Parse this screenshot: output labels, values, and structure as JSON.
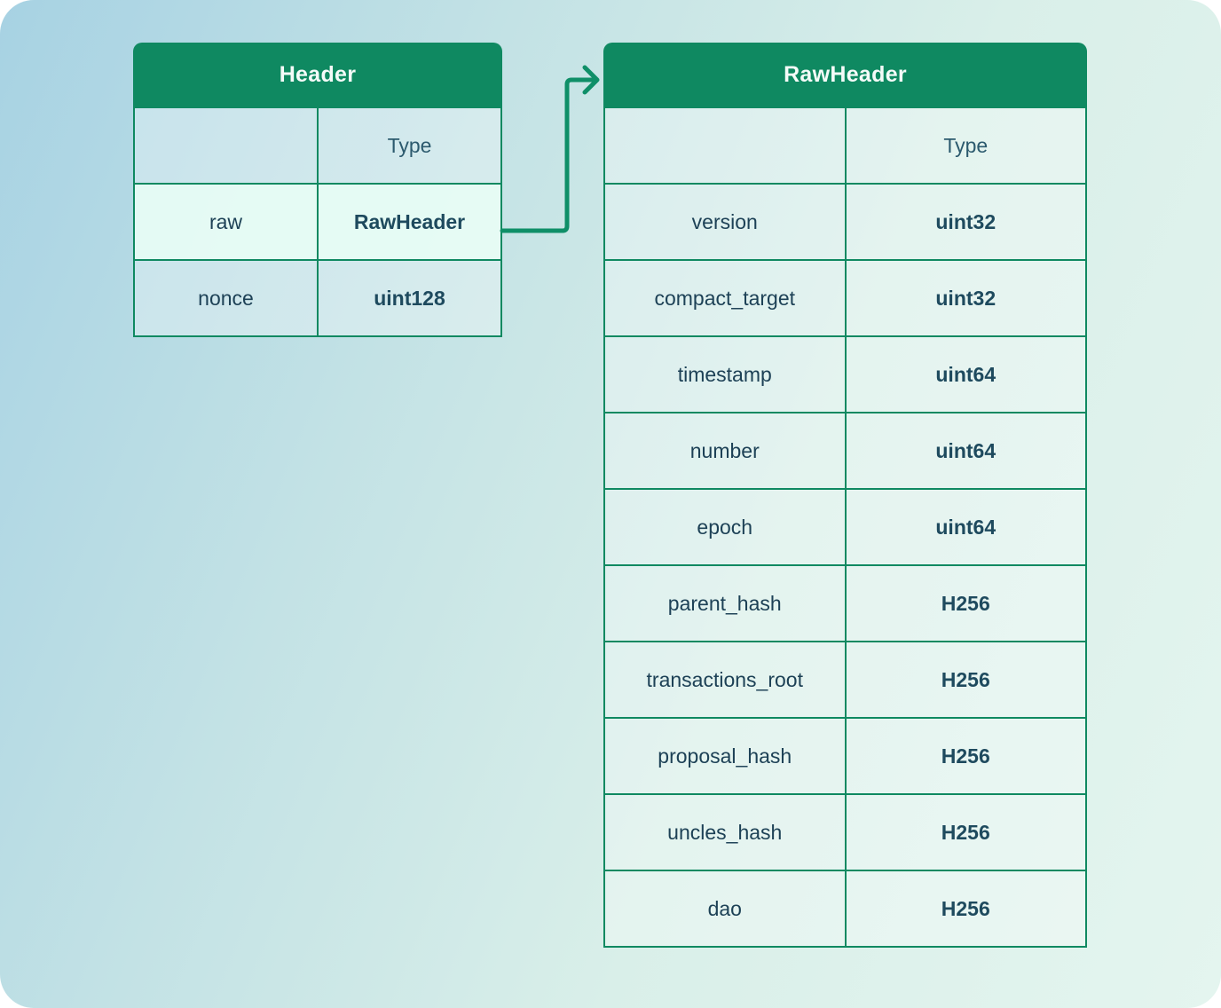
{
  "colors": {
    "accent_green": "#0f8961",
    "arrow_green": "#0f8f68",
    "text_dark": "#1d4156",
    "highlight_row_bg": "#e8fdf5",
    "gradient_start": "#a7d2e3",
    "gradient_end": "#e4f5ef"
  },
  "header_table": {
    "title": "Header",
    "type_column_label": "Type",
    "rows": [
      {
        "field": "raw",
        "type": "RawHeader",
        "highlighted": true
      },
      {
        "field": "nonce",
        "type": "uint128",
        "highlighted": false
      }
    ]
  },
  "raw_header_table": {
    "title": "RawHeader",
    "type_column_label": "Type",
    "rows": [
      {
        "field": "version",
        "type": "uint32"
      },
      {
        "field": "compact_target",
        "type": "uint32"
      },
      {
        "field": "timestamp",
        "type": "uint64"
      },
      {
        "field": "number",
        "type": "uint64"
      },
      {
        "field": "epoch",
        "type": "uint64"
      },
      {
        "field": "parent_hash",
        "type": "H256"
      },
      {
        "field": "transactions_root",
        "type": "H256"
      },
      {
        "field": "proposal_hash",
        "type": "H256"
      },
      {
        "field": "uncles_hash",
        "type": "H256"
      },
      {
        "field": "dao",
        "type": "H256"
      }
    ]
  }
}
